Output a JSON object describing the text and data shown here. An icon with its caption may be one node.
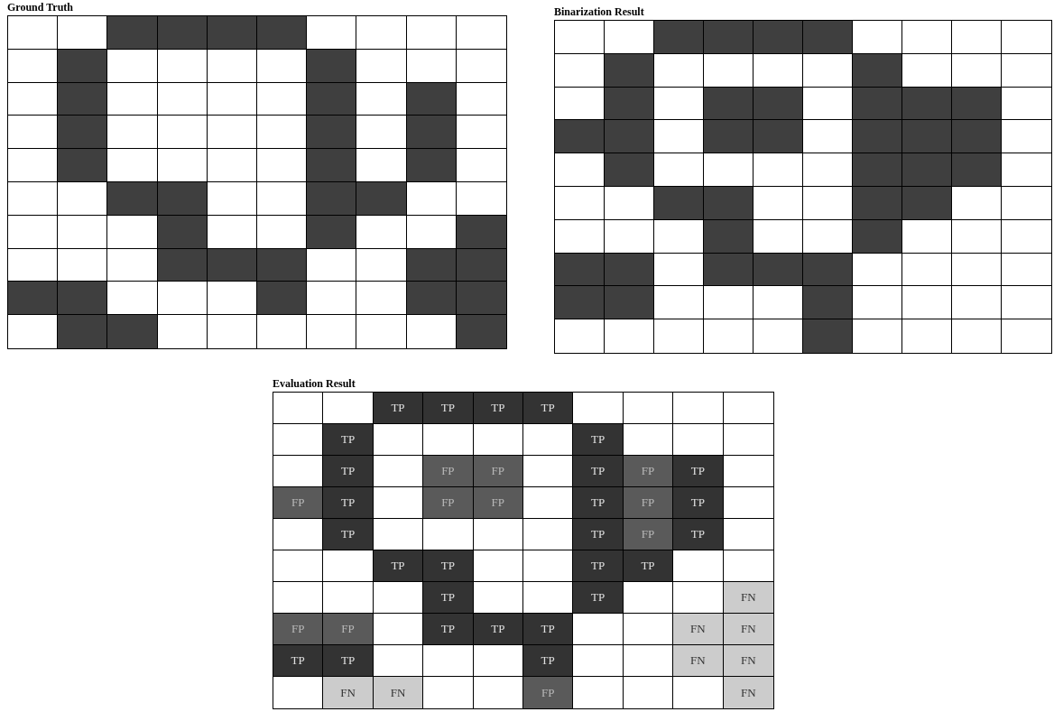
{
  "diagram": {
    "labels": [
      "Ground Truth",
      "Binarization Result",
      "Evaluation Result",
      "TP",
      "TP",
      "TP",
      "TP",
      "TP",
      "TP",
      "TP",
      "FP",
      "FP",
      "TP",
      "FP",
      "TP",
      "FP",
      "TP",
      "FP",
      "FP",
      "TP",
      "FP",
      "TP",
      "TP",
      "TP",
      "FP",
      "TP",
      "TP",
      "TP",
      "TP",
      "TP",
      "TP",
      "TP",
      "FN",
      "FP",
      "FP",
      "TP",
      "TP",
      "TP",
      "FN",
      "FN",
      "TP",
      "TP",
      "TP",
      "FN",
      "FN",
      "FN",
      "FN",
      "FP",
      "FN"
    ]
  }
}
